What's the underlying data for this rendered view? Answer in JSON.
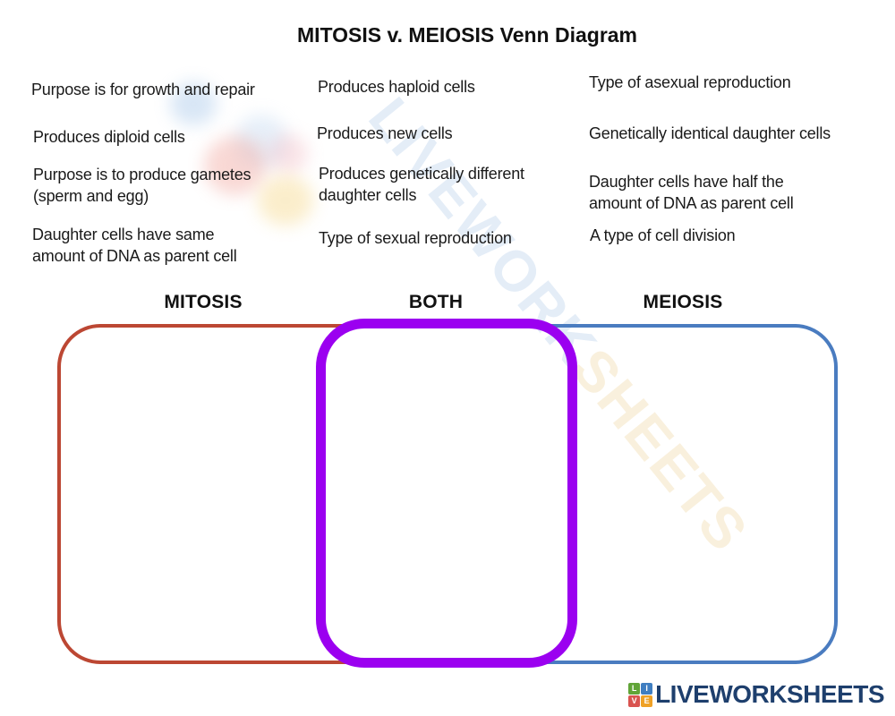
{
  "title": "MITOSIS v. MEIOSIS Venn Diagram",
  "word_bank": {
    "columns": [
      {
        "items": [
          "Purpose is for growth and repair",
          "Produces diploid cells",
          "Purpose is to produce gametes\n(sperm and egg)",
          "Daughter cells have same\namount of DNA as parent cell"
        ]
      },
      {
        "items": [
          "Produces haploid cells",
          "Produces new cells",
          "Produces genetically different\ndaughter cells",
          "Type of sexual reproduction"
        ]
      },
      {
        "items": [
          "Type of asexual reproduction",
          "Genetically identical daughter cells",
          "Daughter cells have half the\namount of DNA as parent cell",
          "A type of cell division"
        ]
      }
    ]
  },
  "venn": {
    "labels": {
      "left": "MITOSIS",
      "middle": "BOTH",
      "right": "MEIOSIS"
    },
    "colors": {
      "mitosis": "#bc4733",
      "both": "#9b00f0",
      "meiosis": "#4a7cc0"
    }
  },
  "watermark": {
    "text": "LIVEWORKSHEETS"
  },
  "footer_logo": {
    "text": "LIVEWORKSHEETS",
    "text_color": "#1e3f6d",
    "blocks": [
      {
        "letter": "L",
        "color": "#61a438"
      },
      {
        "letter": "I",
        "color": "#3f7ec1"
      },
      {
        "letter": "V",
        "color": "#d9534f"
      },
      {
        "letter": "E",
        "color": "#efa126"
      }
    ]
  }
}
